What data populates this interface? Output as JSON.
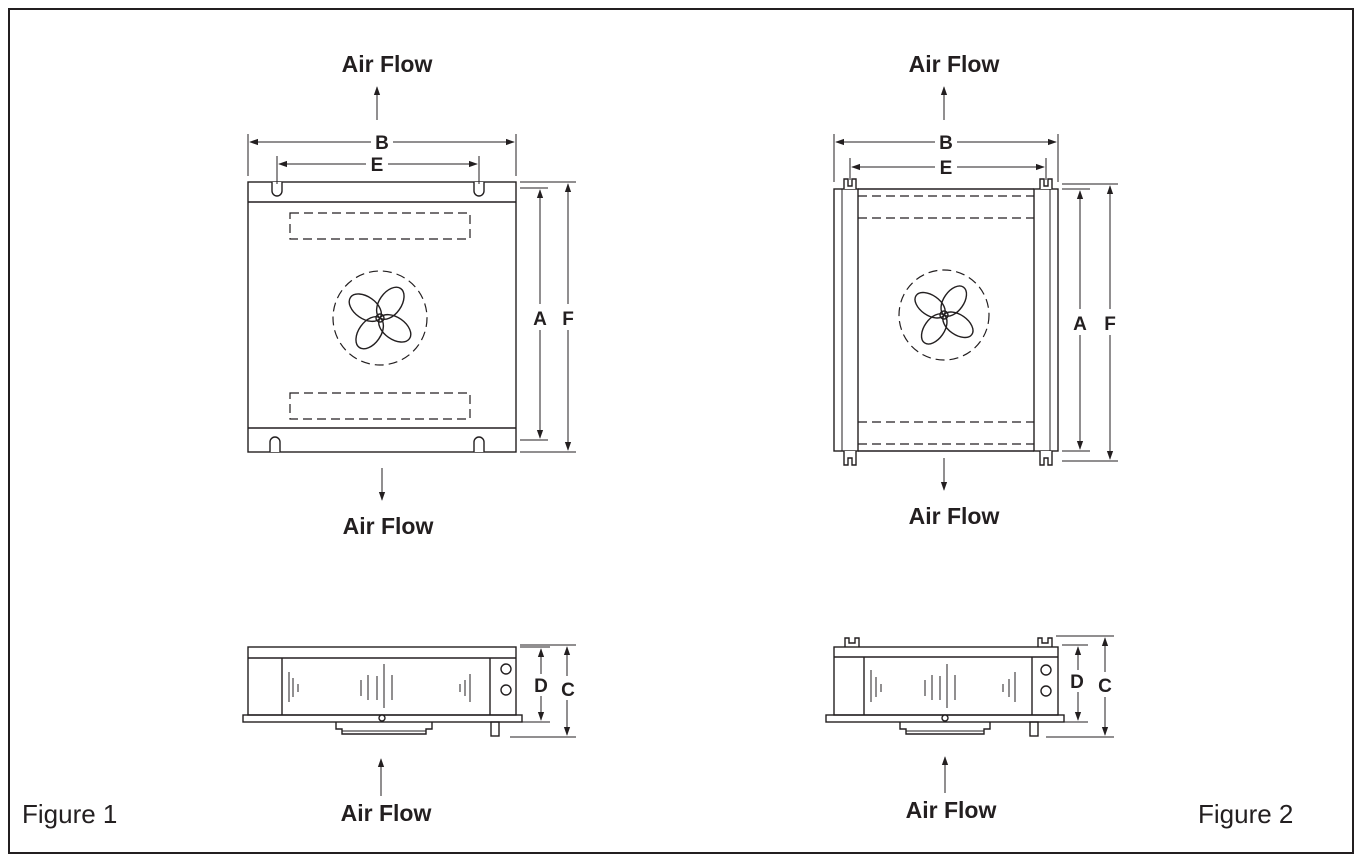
{
  "figures": [
    {
      "caption": "Figure 1",
      "airflow_top": "Air Flow",
      "airflow_bottom": "Air Flow",
      "airflow_side": "Air Flow",
      "dims": {
        "a": "A",
        "b": "B",
        "c": "C",
        "d": "D",
        "e": "E",
        "f": "F"
      }
    },
    {
      "caption": "Figure 2",
      "airflow_top": "Air Flow",
      "airflow_bottom": "Air Flow",
      "airflow_side": "Air Flow",
      "dims": {
        "a": "A",
        "b": "B",
        "c": "C",
        "d": "D",
        "e": "E",
        "f": "F"
      }
    }
  ],
  "colors": {
    "ink": "#231f20",
    "background": "#ffffff"
  }
}
